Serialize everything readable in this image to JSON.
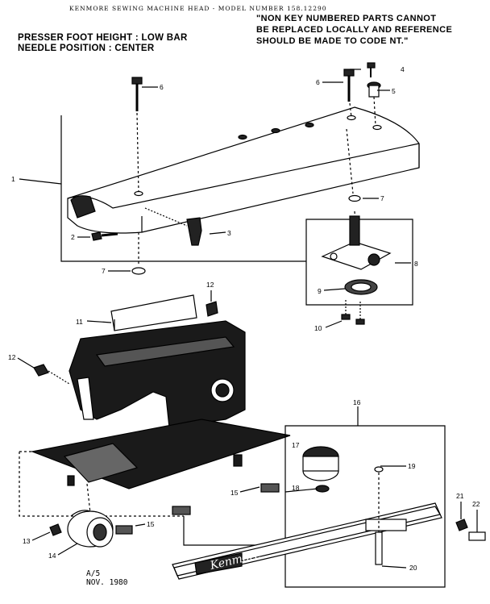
{
  "header": "KENMORE SEWING MACHINE HEAD - MODEL NUMBER 158.12290",
  "specs": {
    "presser_foot": "PRESSER FOOT HEIGHT : LOW BAR",
    "needle": "NEEDLE POSITION : CENTER"
  },
  "note": {
    "line1": "\"NON KEY NUMBERED PARTS CANNOT",
    "line2": "BE REPLACED LOCALLY AND REFERENCE",
    "line3": "SHOULD BE MADE TO CODE NT.\""
  },
  "footer": {
    "code": "A/5",
    "date": "NOV. 1980"
  },
  "brand": "Kenmore",
  "callouts": {
    "c1": "1",
    "c2": "2",
    "c3": "3",
    "c4": "4",
    "c5": "5",
    "c6a": "6",
    "c6b": "6",
    "c7a": "7",
    "c7b": "7",
    "c8": "8",
    "c9": "9",
    "c10": "10",
    "c11": "11",
    "c12a": "12",
    "c12b": "12",
    "c13": "13",
    "c14": "14",
    "c15a": "15",
    "c15b": "15",
    "c16": "16",
    "c17": "17",
    "c18": "18",
    "c19": "19",
    "c20": "20",
    "c21": "21",
    "c22": "22"
  }
}
